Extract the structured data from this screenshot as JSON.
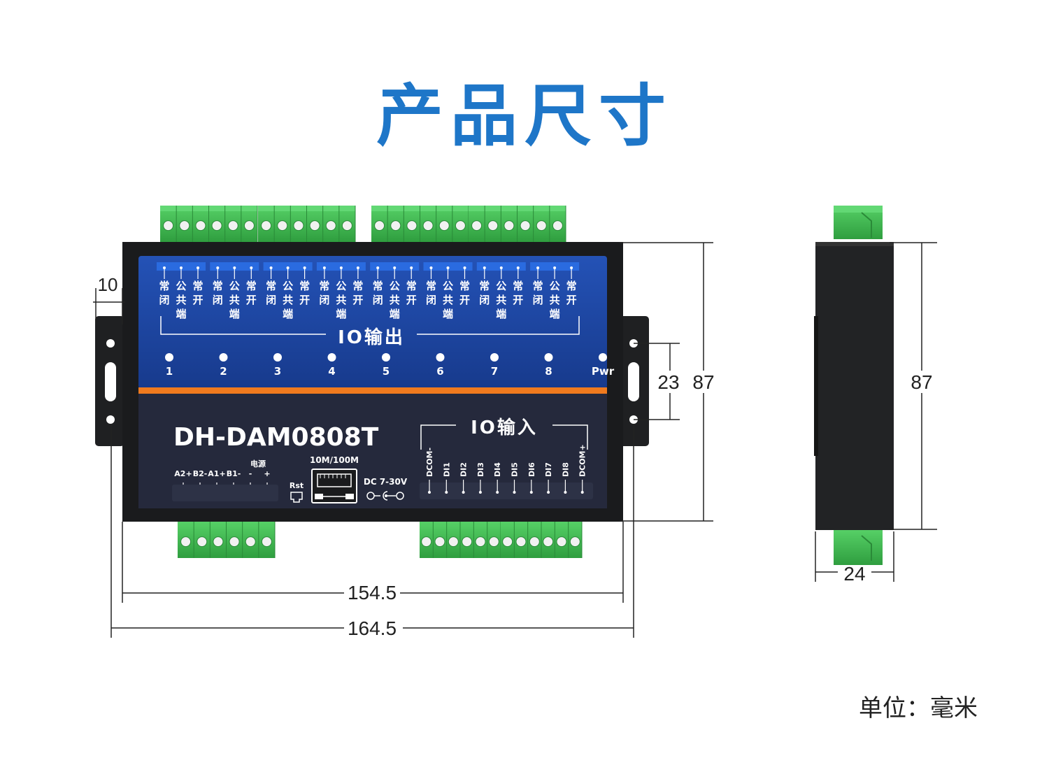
{
  "title": "产品尺寸",
  "unit_label": "单位：毫米",
  "device": {
    "model": "DH-DAM0808T",
    "output_section": "IO输出",
    "input_section": "IO输入",
    "relay_labels": [
      "常闭",
      "公共端",
      "常开"
    ],
    "led_labels": [
      "1",
      "2",
      "3",
      "4",
      "5",
      "6",
      "7",
      "8",
      "Pwr"
    ],
    "comm_terminals": [
      "A2+",
      "B2-",
      "A1+",
      "B1-",
      "-",
      "+"
    ],
    "power_label": "电源",
    "reset_label": "Rst",
    "ethernet_label": "10M/100M",
    "dc_label": "DC 7-30V",
    "input_terminals": [
      "DCOM-",
      "DI1",
      "DI2",
      "DI3",
      "DI4",
      "DI5",
      "DI6",
      "DI7",
      "DI8",
      "DCOM+"
    ]
  },
  "dimensions": {
    "body_width": "154.5",
    "total_width": "164.5",
    "height": "87",
    "mount_hole_spacing": "23",
    "ear_width": "10",
    "side_height": "87",
    "depth": "24"
  },
  "colors": {
    "title": "#1e76c8",
    "panel_blue": "#1b3f9c",
    "panel_dark": "#22263a",
    "accent_orange": "#f07a1e",
    "terminal_green": "#3fbf4f"
  }
}
